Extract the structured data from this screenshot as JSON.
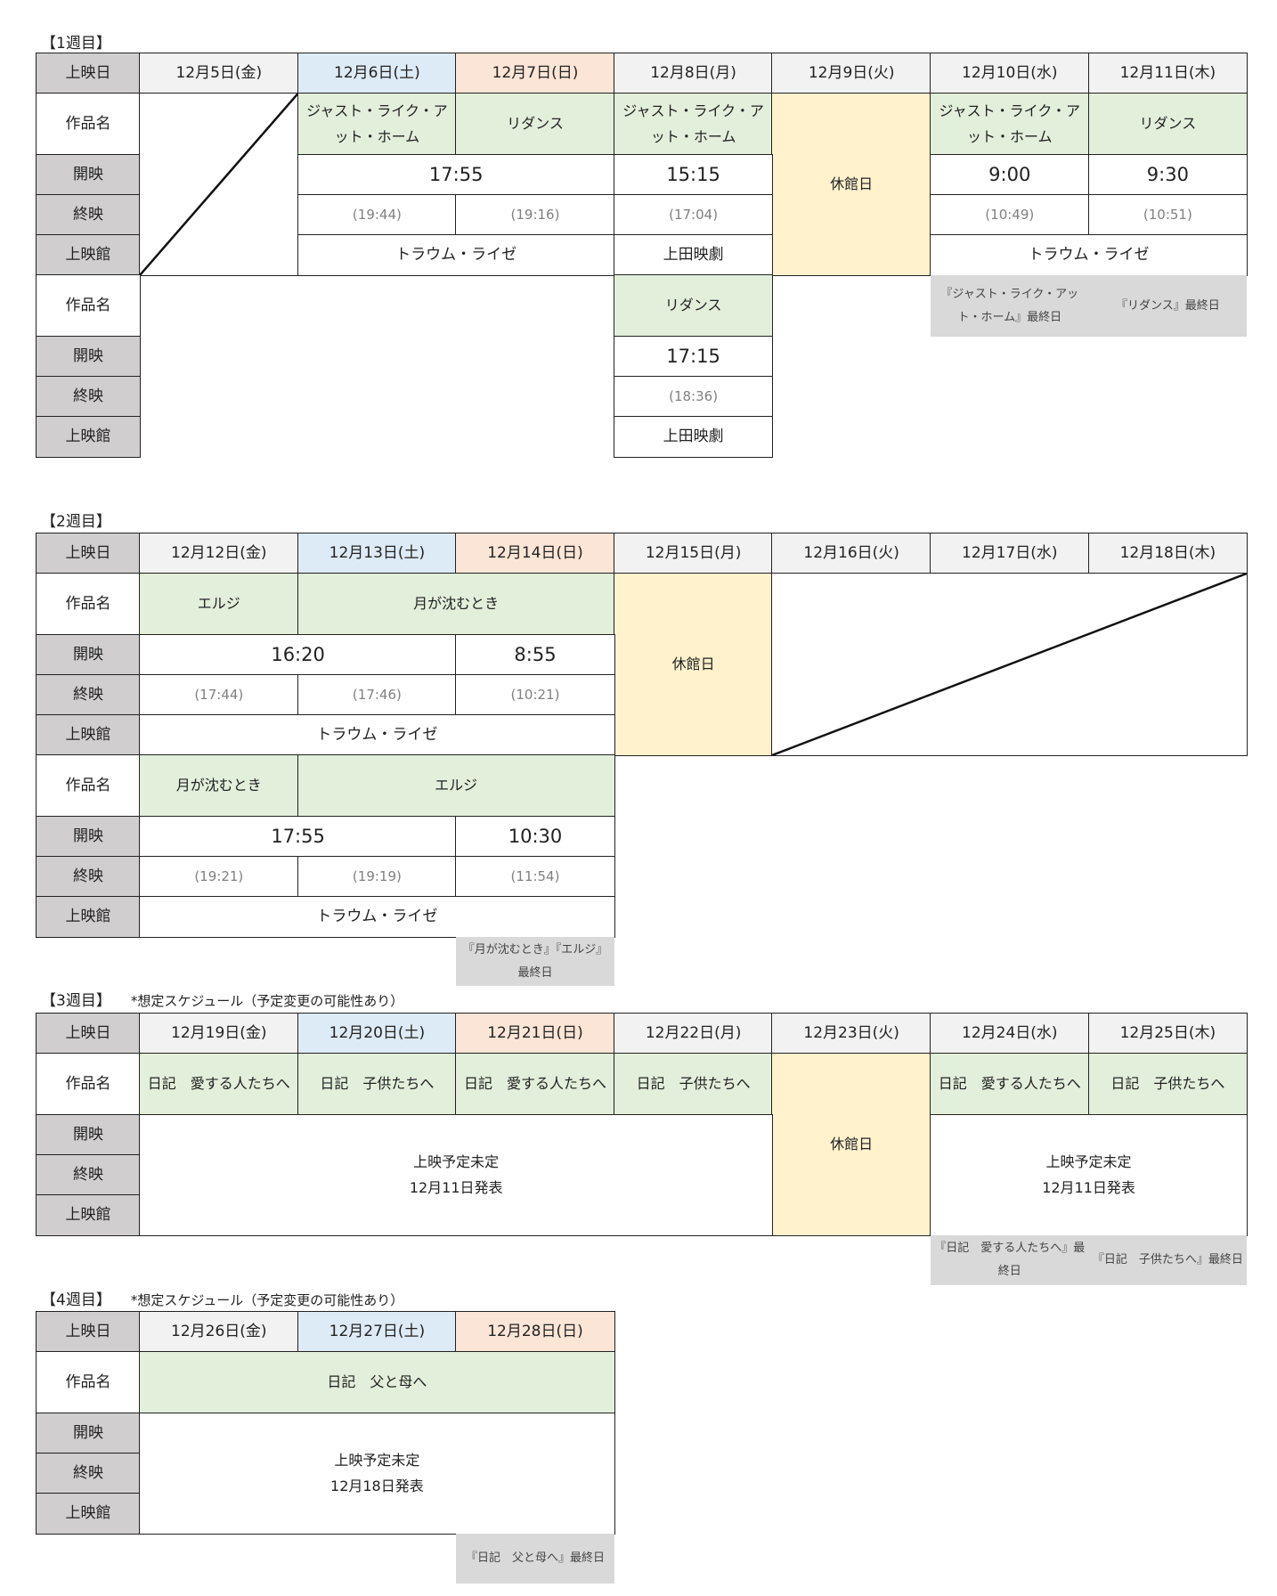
{
  "labels": {
    "date": "上映日",
    "title": "作品名",
    "start": "開映",
    "end": "終映",
    "venue": "上映館"
  },
  "provisional_note": "*想定スケジュール（予定変更の可能性あり）",
  "closed": "休館日",
  "colors": {
    "label": "#d0cece",
    "weekday": "#f2f2f2",
    "saturday": "#ddebf7",
    "sunday": "#fbe5d6",
    "film": "#e2efda",
    "closed": "#fff2cc",
    "note": "#d9d9d9"
  },
  "week1": {
    "title": "【1週目】",
    "dates": [
      "12月5日(金)",
      "12月6日(土)",
      "12月7日(日)",
      "12月8日(月)",
      "12月9日(火)",
      "12月10日(水)",
      "12月11日(木)"
    ],
    "s1": {
      "films": [
        "ジャスト・ライク・アット・ホーム",
        "リダンス",
        "ジャスト・ライク・アット・ホーム",
        "ジャスト・ライク・アット・ホーム",
        "リダンス"
      ],
      "starts": [
        "17:55",
        "15:15",
        "9:00",
        "9:30"
      ],
      "ends": [
        "(19:44)",
        "(19:16)",
        "(17:04)",
        "(10:49)",
        "(10:51)"
      ],
      "venues": [
        "トラウム・ライゼ",
        "上田映劇",
        "トラウム・ライゼ"
      ]
    },
    "s2": {
      "film": "リダンス",
      "start": "17:15",
      "end": "(18:36)",
      "venue": "上田映劇"
    },
    "notes": [
      "『ジャスト・ライク・アット・ホーム』最終日",
      "『リダンス』最終日"
    ]
  },
  "week2": {
    "title": "【2週目】",
    "dates": [
      "12月12日(金)",
      "12月13日(土)",
      "12月14日(日)",
      "12月15日(月)",
      "12月16日(火)",
      "12月17日(水)",
      "12月18日(木)"
    ],
    "s1": {
      "films": [
        "エルジ",
        "月が沈むとき"
      ],
      "starts": [
        "16:20",
        "8:55"
      ],
      "ends": [
        "(17:44)",
        "(17:46)",
        "(10:21)"
      ],
      "venue": "トラウム・ライゼ"
    },
    "s2": {
      "films": [
        "月が沈むとき",
        "エルジ"
      ],
      "starts": [
        "17:55",
        "10:30"
      ],
      "ends": [
        "(19:21)",
        "(19:19)",
        "(11:54)"
      ],
      "venue": "トラウム・ライゼ"
    },
    "note": "『月が沈むとき』『エルジ』最終日"
  },
  "week3": {
    "title": "【3週目】",
    "dates": [
      "12月19日(金)",
      "12月20日(土)",
      "12月21日(日)",
      "12月22日(月)",
      "12月23日(火)",
      "12月24日(水)",
      "12月25日(木)"
    ],
    "films": [
      "日記　愛する人たちへ",
      "日記　子供たちへ",
      "日記　愛する人たちへ",
      "日記　子供たちへ",
      "日記　愛する人たちへ",
      "日記　子供たちへ"
    ],
    "tbd": "上映予定未定",
    "announce": "12月11日発表",
    "notes": [
      "『日記　愛する人たちへ』最終日",
      "『日記　子供たちへ』最終日"
    ]
  },
  "week4": {
    "title": "【4週目】",
    "dates": [
      "12月26日(金)",
      "12月27日(土)",
      "12月28日(日)"
    ],
    "film": "日記　父と母へ",
    "tbd": "上映予定未定",
    "announce": "12月18日発表",
    "note": "『日記　父と母へ』最終日"
  }
}
